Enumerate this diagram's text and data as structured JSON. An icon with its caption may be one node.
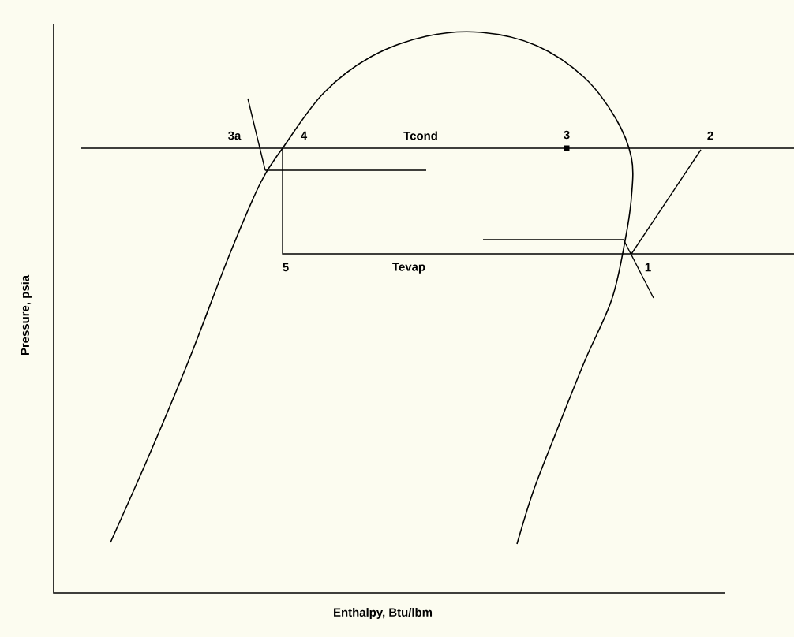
{
  "diagram": {
    "labels": [
      "3a",
      "4",
      "Tcond",
      "3",
      "2",
      "5",
      "Tevap",
      "1",
      "Pressure, psia",
      "Enthalpy, Btu/lbm"
    ]
  }
}
